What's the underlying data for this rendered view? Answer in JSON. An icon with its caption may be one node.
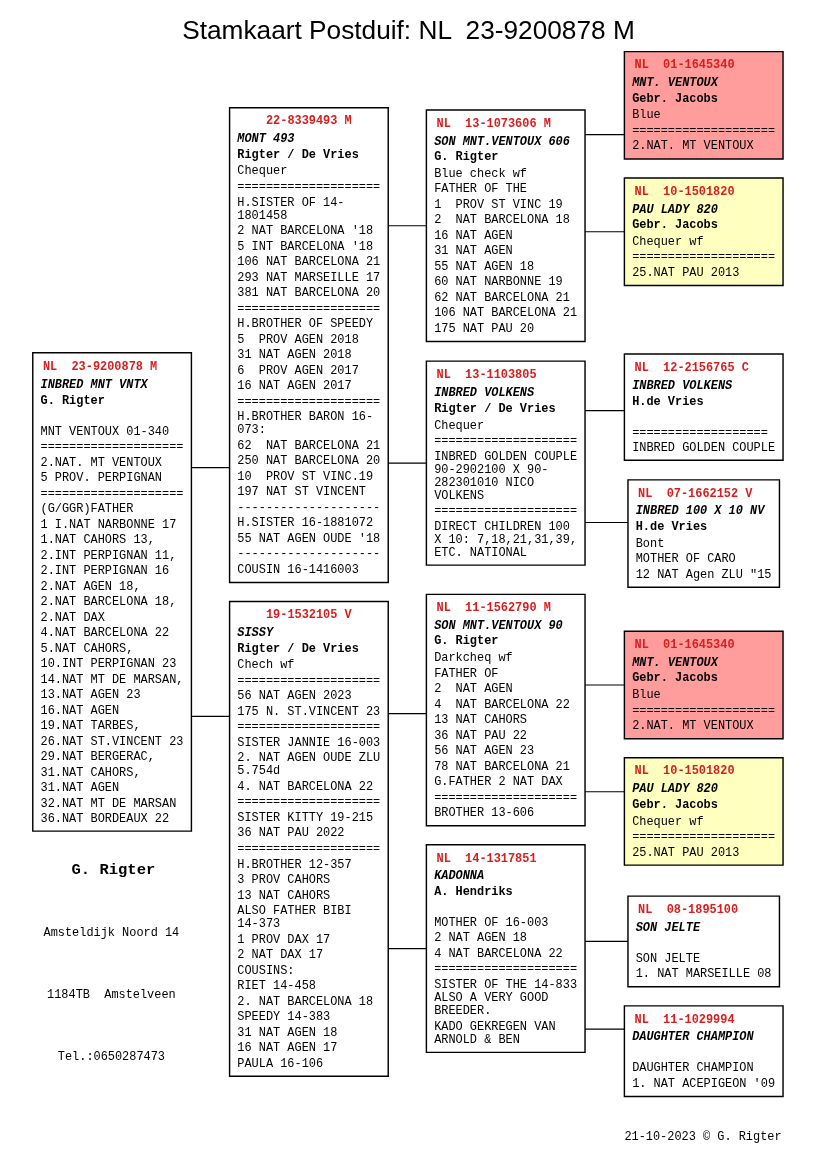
{
  "diagram": {
    "title": "Stamkaart Postduif: NL  23-9200878 M",
    "nodes": [
      {
        "text": [
          "NL  23-9200878 M",
          "INBRED MNT VNTX",
          "G. Rigter",
          "MNT VENTOUX 01-340",
          "====================",
          "2.NAT. MT VENTOUX",
          "5 PROV. PERPIGNAN",
          "====================",
          "(G/GGR)FATHER",
          "1 I.NAT NARBONNE 17",
          "1.NAT CAHORS 13,",
          "2.INT PERPIGNAN 11,",
          "2.INT PERPIGNAN 16",
          "2.NAT AGEN 18,",
          "2.NAT BARCELONA 18,",
          "2.NAT DAX",
          "4.NAT BARCELONA 22",
          "5.NAT CAHORS,",
          "10.INT PERPIGNAN 23",
          "14.NAT MT DE MARSAN,",
          "13.NAT AGEN 23",
          "16.NAT AGEN",
          "19.NAT TARBES,",
          "26.NAT ST.VINCENT 23",
          "29.NAT BERGERAC,",
          "31.NAT CAHORS,",
          "31.NAT AGEN",
          "32.NAT MT DE MARSAN",
          "36.NAT BORDEAUX 22"
        ]
      },
      {
        "text": [
          "22-8339493 M",
          "MONT 493",
          "Rigter / De Vries",
          "Chequer",
          "====================",
          "H.SISTER OF 14- 1801458",
          "2 NAT BARCELONA '18",
          "5 INT BARCELONA '18",
          "106 NAT BARCELONA 21",
          "293 NAT MARSEILLE 17",
          "381 NAT BARCELONA 20",
          "====================",
          "H.BROTHER OF SPEEDY",
          "5  PROV AGEN 2018",
          "31 NAT AGEN 2018",
          "6  PROV AGEN 2017",
          "16 NAT AGEN 2017",
          "====================",
          "H.BROTHER BARON 16- 073:",
          "62  NAT BARCELONA 21",
          "250 NAT BARCELONA 20",
          "10  PROV ST VINC.19",
          "197 NAT ST VINCENT",
          "--------------------",
          "H.SISTER 16-1881072",
          "55 NAT AGEN OUDE '18",
          "--------------------",
          "COUSIN 16-1416003"
        ]
      },
      {
        "text": [
          "19-1532105 V",
          "SISSY",
          "Rigter / De Vries",
          "Chech wf",
          "====================",
          "56 NAT AGEN 2023",
          "175 N. ST.VINCENT 23",
          "====================",
          "SISTER JANNIE 16-003",
          "2. NAT AGEN OUDE ZLU 5.754d",
          "4. NAT BARCELONA 22",
          "====================",
          "SISTER KITTY 19-215",
          "36 NAT PAU 2022",
          "====================",
          "H.BROTHER 12-357",
          "3 PROV CAHORS",
          "13 NAT CAHORS",
          "ALSO FATHER BIBI 14-373",
          "1 PROV DAX 17",
          "2 NAT DAX 17",
          "COUSINS:",
          "RIET 14-458",
          "2. NAT BARCELONA 18",
          "SPEEDY 14-383",
          "31 NAT AGEN 18",
          "16 NAT AGEN 17",
          "PAULA 16-106"
        ]
      },
      {
        "text": [
          "NL  13-1073606 M",
          "SON MNT.VENTOUX 606",
          "G. Rigter",
          "Blue check wf",
          "FATHER OF THE",
          "1  PROV ST VINC 19",
          "2  NAT BARCELONA 18",
          "16 NAT AGEN",
          "31 NAT AGEN",
          "55 NAT AGEN 18",
          "60 NAT NARBONNE 19",
          "62 NAT BARCELONA 21",
          "106 NAT BARCELONA 21",
          "175 NAT PAU 20"
        ]
      },
      {
        "text": [
          "NL  13-1103805",
          "INBRED VOLKENS",
          "Rigter / De Vries",
          "Chequer",
          "====================",
          "INBRED GOLDEN COUPLE 90-2902100 X 90- 282301010 NICO VOLKENS",
          "====================",
          "DIRECT CHILDREN 100 X 10: 7,18,21,31,39, ETC. NATIONAL"
        ]
      },
      {
        "text": [
          "NL  11-1562790 M",
          "SON MNT.VENTOUX 90",
          "G. Rigter",
          "Darkcheq wf",
          "FATHER OF",
          "2  NAT AGEN",
          "4  NAT BARCELONA 22",
          "13 NAT CAHORS",
          "36 NAT PAU 22",
          "56 NAT AGEN 23",
          "78 NAT BARCELONA 21",
          "G.FATHER 2 NAT DAX",
          "====================",
          "BROTHER 13-606"
        ]
      },
      {
        "text": [
          "NL  14-1317851",
          "KADONNA",
          "A. Hendriks",
          "MOTHER OF 16-003",
          "2 NAT AGEN 18",
          "4 NAT BARCELONA 22",
          "====================",
          "SISTER OF THE 14-833 ALSO A VERY GOOD BREEDER.",
          "KADO GEKREGEN VAN ARNOLD & BEN"
        ]
      },
      {
        "text": [
          "NL  01-1645340",
          "MNT. VENTOUX",
          "Gebr. Jacobs",
          "Blue",
          "====================",
          "2.NAT. MT VENTOUX"
        ]
      },
      {
        "text": [
          "NL  10-1501820",
          "PAU LADY 820",
          "Gebr. Jacobs",
          "Chequer wf",
          "====================",
          "25.NAT PAU 2013"
        ]
      },
      {
        "text": [
          "NL  12-2156765 C",
          "INBRED VOLKENS",
          "H.de Vries",
          "===================",
          "INBRED GOLDEN COUPLE"
        ]
      },
      {
        "text": [
          "NL  07-1662152 V",
          "INBRED 100 X 10 NV",
          "H.de Vries",
          "Bont",
          "MOTHER OF CARO",
          "12 NAT Agen ZLU \"15"
        ]
      },
      {
        "text": [
          "NL  01-1645340",
          "MNT. VENTOUX",
          "Gebr. Jacobs",
          "Blue",
          "====================",
          "2.NAT. MT VENTOUX"
        ]
      },
      {
        "text": [
          "NL  10-1501820",
          "PAU LADY 820",
          "Gebr. Jacobs",
          "Chequer wf",
          "====================",
          "25.NAT PAU 2013"
        ]
      },
      {
        "text": [
          "NL  08-1895100",
          "SON JELTE",
          "SON JELTE",
          "1. NAT MARSEILLE 08"
        ]
      },
      {
        "text": [
          "NL  11-1029994",
          "DAUGHTER CHAMPION",
          "DAUGHTER CHAMPION",
          "1. NAT ACEPIGEON '09"
        ]
      }
    ],
    "edges": [
      {
        "from": 0,
        "to": 1,
        "arrow": "none"
      },
      {
        "from": 0,
        "to": 2,
        "arrow": "none"
      },
      {
        "from": 1,
        "to": 3,
        "arrow": "none"
      },
      {
        "from": 1,
        "to": 4,
        "arrow": "none"
      },
      {
        "from": 2,
        "to": 5,
        "arrow": "none"
      },
      {
        "from": 2,
        "to": 6,
        "arrow": "none"
      },
      {
        "from": 3,
        "to": 7,
        "arrow": "none"
      },
      {
        "from": 3,
        "to": 8,
        "arrow": "none"
      },
      {
        "from": 4,
        "to": 9,
        "arrow": "none"
      },
      {
        "from": 4,
        "to": 10,
        "arrow": "none"
      },
      {
        "from": 5,
        "to": 11,
        "arrow": "none"
      },
      {
        "from": 5,
        "to": 12,
        "arrow": "none"
      },
      {
        "from": 6,
        "to": 13,
        "arrow": "none"
      },
      {
        "from": 6,
        "to": 14,
        "arrow": "none"
      }
    ],
    "labels": [
      "G. Rigter",
      "Amsteldijk Noord 14",
      "1184TB  Amstelveen",
      "Tel.:0650287473",
      "21-10-2023 © G. Rigter"
    ]
  }
}
